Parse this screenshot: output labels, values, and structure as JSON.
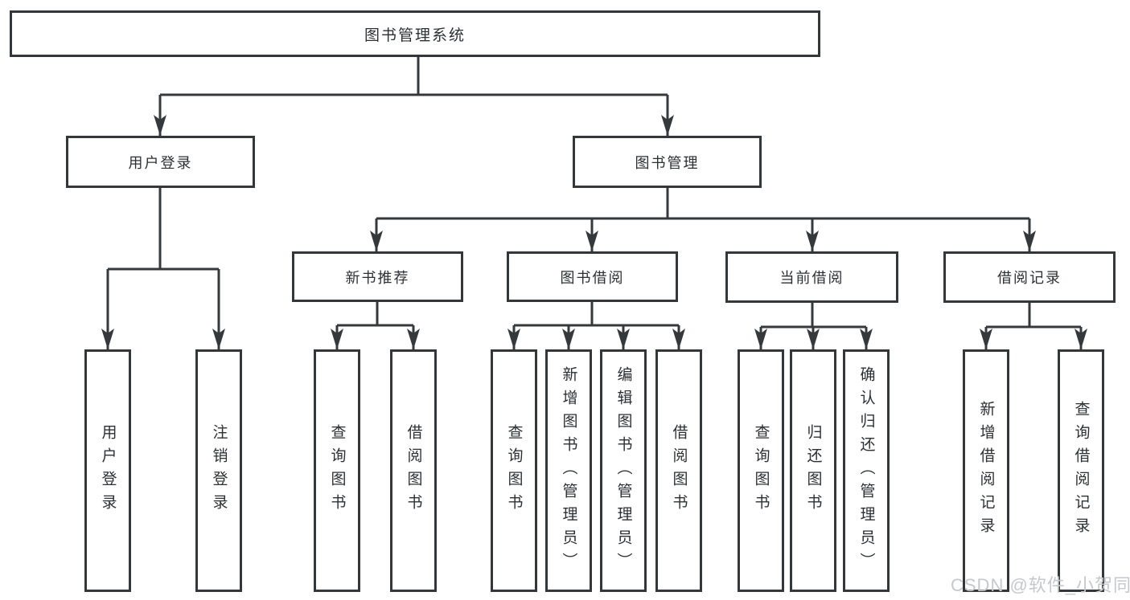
{
  "diagram": {
    "title": "图书管理系统",
    "colors": {
      "line": "#35393c",
      "box_border": "#33373a",
      "text": "#2d3033",
      "watermark": "#c5c8cc",
      "background": "#ffffff"
    },
    "nodes": {
      "root": {
        "label": "图书管理系统"
      },
      "user_login": {
        "label": "用户登录"
      },
      "book_mgmt": {
        "label": "图书管理"
      },
      "new_book_rec": {
        "label": "新书推荐"
      },
      "book_borrow": {
        "label": "图书借阅"
      },
      "current_borrow": {
        "label": "当前借阅"
      },
      "borrow_records": {
        "label": "借阅记录"
      },
      "leaf_user_login": {
        "label": "用户登录"
      },
      "leaf_logout": {
        "label": "注销登录"
      },
      "leaf_nbr_query": {
        "label": "查询图书"
      },
      "leaf_nbr_borrow": {
        "label": "借阅图书"
      },
      "leaf_bb_query": {
        "label": "查询图书"
      },
      "leaf_bb_add": {
        "label": "新增图书（管理员）"
      },
      "leaf_bb_edit": {
        "label": "编辑图书（管理员）"
      },
      "leaf_bb_borrow": {
        "label": "借阅图书"
      },
      "leaf_cb_query": {
        "label": "查询图书"
      },
      "leaf_cb_return": {
        "label": "归还图书"
      },
      "leaf_cb_confirm": {
        "label": "确认归还（管理员）"
      },
      "leaf_br_add": {
        "label": "新增借阅记录"
      },
      "leaf_br_query": {
        "label": "查询借阅记录"
      }
    },
    "watermark": {
      "text": "CSDN @软件_小贺同学"
    }
  }
}
